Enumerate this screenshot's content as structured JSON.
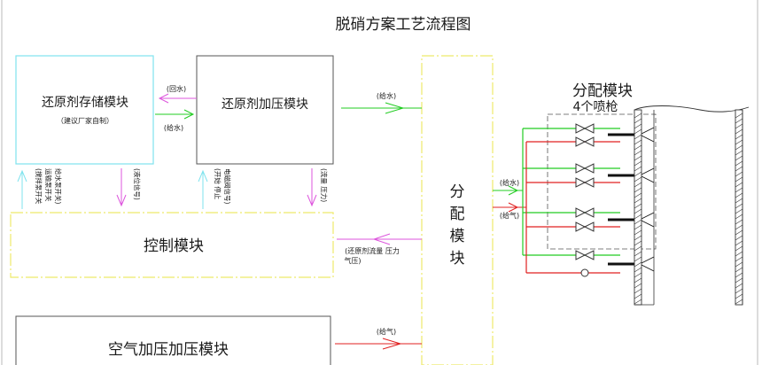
{
  "title": "脱硝方案工艺流程图",
  "boxes": {
    "storage": {
      "label": "还原剂存储模块",
      "sub": "（建议厂家自制）"
    },
    "pressurize": {
      "label": "还原剂加压模块"
    },
    "control": {
      "label": "控制模块"
    },
    "air": {
      "label": "空气加压加压模块"
    },
    "distribution": {
      "chars": [
        "分",
        "配",
        "模",
        "块"
      ]
    }
  },
  "arrows": {
    "return_water": "(回水)",
    "supply_water": "(给水)",
    "supply_water_top": "(给水)",
    "supply_air_bottom": "(给气)",
    "dist_to_control": "(还原剂流量  压力",
    "dist_to_control_2": "气压)",
    "dist_water": "(给水)",
    "dist_air": "(给气)"
  },
  "vertical_labels": {
    "storage_up_1": "(搅拌泵开关",
    "storage_up_2": "运输泵开关",
    "storage_up_3": "给水泵开关)",
    "storage_down": "(液位信号)",
    "press_up_1": "(开始  停止",
    "press_up_2": "电磁阀信号)",
    "press_down": "(流量  压力)"
  },
  "injection": {
    "title": "分配模块",
    "subtitle": "4个喷枪"
  },
  "colors": {
    "cyan": "#7fe3ee",
    "yellow": "#eeea6a",
    "green": "#22cc22",
    "red": "#e02020",
    "magenta": "#dd55dd",
    "gray": "#555555"
  }
}
